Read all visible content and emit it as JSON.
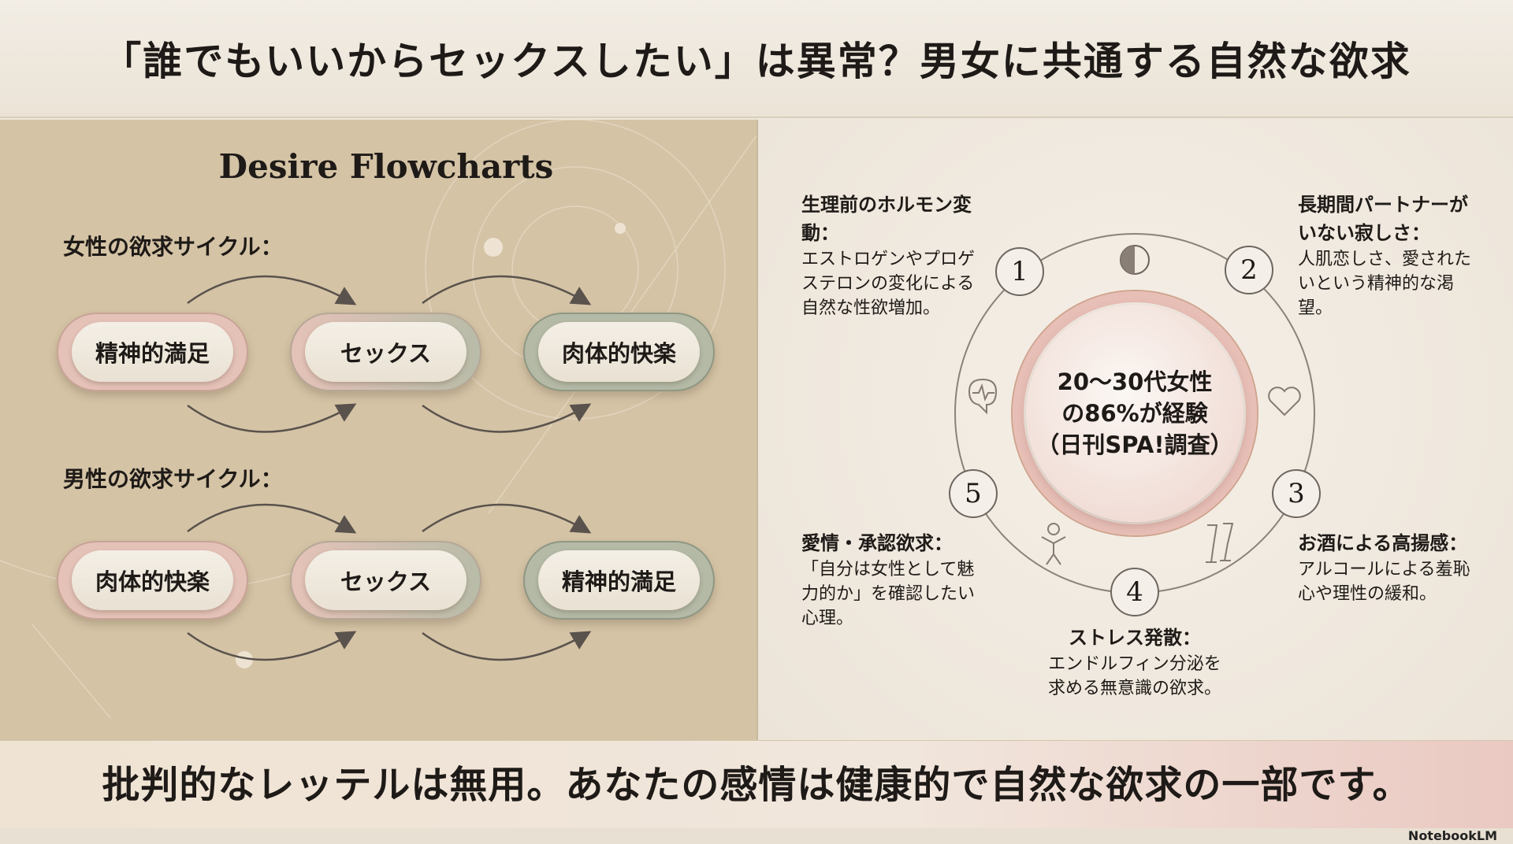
{
  "title": "「誰でもいいからセックスしたい」は異常？男女に共通する自然な欲求",
  "left": {
    "heading": "Desire Flowcharts",
    "female": {
      "label": "女性の欲求サイクル：",
      "steps": [
        "精神的満足",
        "セックス",
        "肉体的快楽"
      ]
    },
    "male": {
      "label": "男性の欲求サイクル：",
      "steps": [
        "肉体的快楽",
        "セックス",
        "精神的満足"
      ]
    }
  },
  "right": {
    "center": [
      "20〜30代女性",
      "の86%が経験",
      "（日刊SPA!調査）"
    ],
    "items": [
      {
        "num": "1",
        "title": "生理前のホルモン変動：",
        "body": "エストロゲンやプロゲステロンの変化による自然な性欲増加。",
        "icon": "half-moon-icon"
      },
      {
        "num": "2",
        "title": "長期間パートナーがいない寂しさ：",
        "body": "人肌恋しさ、愛されたいという精神的な渇望。",
        "icon": "heart-icon"
      },
      {
        "num": "3",
        "title": "お酒による高揚感：",
        "body": "アルコールによる羞恥心や理性の緩和。",
        "icon": "champagne-glasses-icon"
      },
      {
        "num": "4",
        "title": "ストレス発散：",
        "body": "エンドルフィン分泌を求める無意識の欲求。",
        "icon": "person-icon"
      },
      {
        "num": "5",
        "title": "愛情・承認欲求：",
        "body": "「自分は女性として魅力的か」を確認したい心理。",
        "icon": "heartbeat-bubble-icon"
      }
    ]
  },
  "bottom": "批判的なレッテルは無用。あなたの感情は健康的で自然な欲求の一部です。",
  "brand": "NotebookLM",
  "colors": {
    "left_bg": "#d4c3a5",
    "pink": "#e5c2b8",
    "green": "#b4baa6"
  }
}
